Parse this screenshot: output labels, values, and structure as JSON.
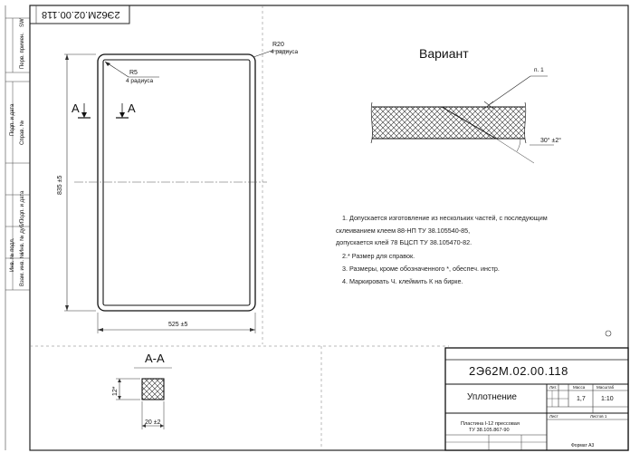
{
  "frame_labels": {
    "top_left_rotated": "SW",
    "side_codes": [
      "Перв. примен.",
      "Справ. №",
      "Подп. и дата",
      "Инв. № дубл.",
      "Взам. инв. №",
      "Подп. и дата",
      "Инв. № подл."
    ],
    "upside_down_code": "2Э62М.02.00.118"
  },
  "drawing": {
    "r20_label": "R20",
    "r20_sub": "4 радиуса",
    "r5_label": "R5",
    "r5_sub": "4 радиуса",
    "section_mark_left": "А",
    "section_mark_right": "А",
    "height_dim": "835 ±5",
    "width_dim": "525 ±5"
  },
  "section": {
    "title": "А-А",
    "height_dim": "12*",
    "width_dim": "20 ±2"
  },
  "variant": {
    "title": "Вариант",
    "callout": "п. 1",
    "angle": "30° ±2°"
  },
  "notes": [
    "1.  Допускается изготовление из нескольких частей, с последующим",
    "склеиванием клеем 88-НП ТУ 38.105540-85,",
    "допускается   клей 78 БЦСП ТУ 38.105470-82.",
    "2.* Размер для справок.",
    "3. Размеры, кроме обозначенного *, обеспеч. инстр.",
    "4. Маркировать Ч. клеймить К на бирке."
  ],
  "title_block": {
    "code": "2Э62М.02.00.118",
    "name": "Уплотнение",
    "material_line1": "Пластина I-12 прессовая",
    "material_line2": "ТУ 38.105.867-90",
    "col_headers": [
      "Лит.",
      "Масса",
      "Масштаб"
    ],
    "mass": "1,7",
    "scale": "1:10",
    "sheet_label": "Лист",
    "sheets_label": "Листов 1",
    "format": "Формат А3"
  }
}
